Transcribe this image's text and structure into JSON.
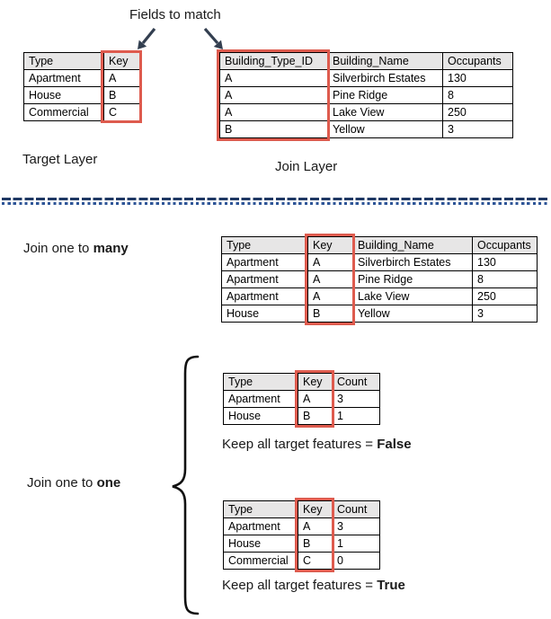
{
  "colors": {
    "red_box": "#DE5B4E",
    "arrow": "#333F50",
    "table_header_bg": "#E7E6E6",
    "divider_dark_blue": "#1F3864",
    "divider_mid_blue": "#2E5597"
  },
  "icons": {
    "arrow_to_target_key": "down-left-arrow",
    "arrow_to_join_key": "down-right-arrow",
    "curly_brace": "left-curly-brace"
  },
  "labels": {
    "fields_to_match": "Fields to match",
    "target_layer": "Target Layer",
    "join_layer": "Join Layer",
    "join_many_prefix": "Join one to ",
    "join_many_bold": "many",
    "join_one_prefix": "Join one to ",
    "join_one_bold": "one",
    "keep_false_prefix": "Keep all target features = ",
    "keep_false_bold": "False",
    "keep_true_prefix": "Keep all target features = ",
    "keep_true_bold": "True"
  },
  "tables": {
    "target": {
      "headers": [
        "Type",
        "Key"
      ],
      "rows": [
        [
          "Apartment",
          "A"
        ],
        [
          "House",
          "B"
        ],
        [
          "Commercial",
          "C"
        ]
      ],
      "highlighted_column": "Key"
    },
    "join": {
      "headers": [
        "Building_Type_ID",
        "Building_Name",
        "Occupants"
      ],
      "rows": [
        [
          "A",
          "Silverbirch Estates",
          "130"
        ],
        [
          "A",
          "Pine Ridge",
          "8"
        ],
        [
          "A",
          "Lake View",
          "250"
        ],
        [
          "B",
          "Yellow",
          "3"
        ]
      ],
      "highlighted_column": "Building_Type_ID"
    },
    "one_to_many": {
      "headers": [
        "Type",
        "Key",
        "Building_Name",
        "Occupants"
      ],
      "rows": [
        [
          "Apartment",
          "A",
          "Silverbirch Estates",
          "130"
        ],
        [
          "Apartment",
          "A",
          "Pine Ridge",
          "8"
        ],
        [
          "Apartment",
          "A",
          "Lake View",
          "250"
        ],
        [
          "House",
          "B",
          "Yellow",
          "3"
        ]
      ],
      "highlighted_column": "Key"
    },
    "one_to_one_false": {
      "headers": [
        "Type",
        "Key",
        "Count"
      ],
      "rows": [
        [
          "Apartment",
          "A",
          "3"
        ],
        [
          "House",
          "B",
          "1"
        ]
      ],
      "highlighted_column": "Key"
    },
    "one_to_one_true": {
      "headers": [
        "Type",
        "Key",
        "Count"
      ],
      "rows": [
        [
          "Apartment",
          "A",
          "3"
        ],
        [
          "House",
          "B",
          "1"
        ],
        [
          "Commercial",
          "C",
          "0"
        ]
      ],
      "highlighted_column": "Key"
    }
  }
}
